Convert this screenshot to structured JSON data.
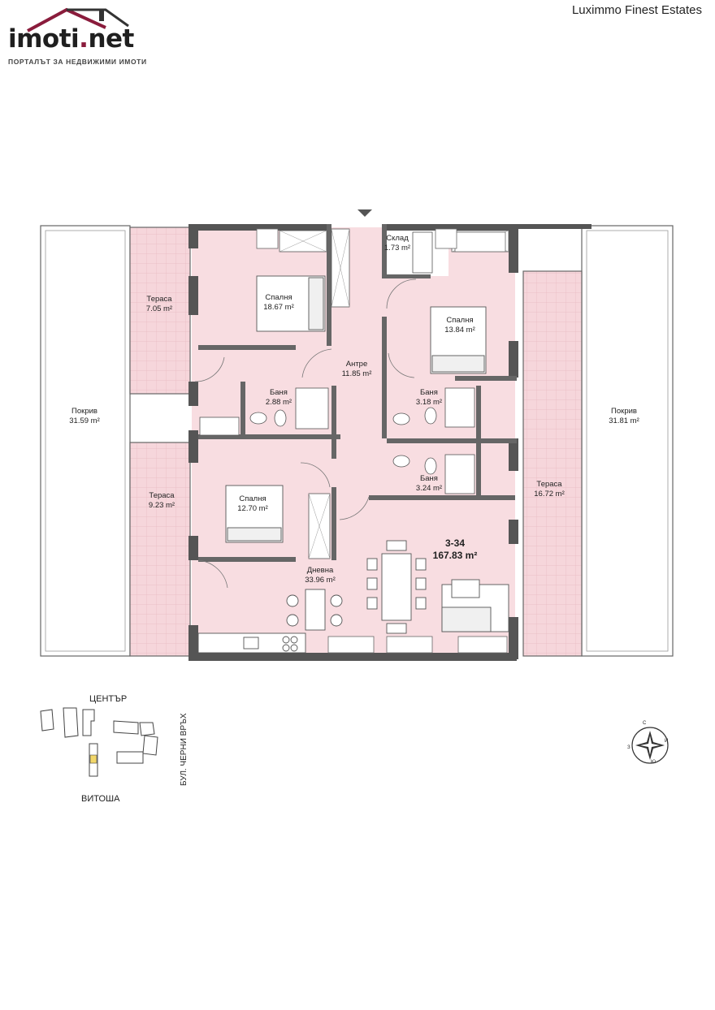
{
  "header": {
    "logo_main": "imoti",
    "logo_dot": ".",
    "logo_tld": "net",
    "logo_tagline": "ПОРТАЛЪТ ЗА НЕДВИЖИМИ ИМОТИ",
    "agency": "Luximmo Finest Estates"
  },
  "plan": {
    "unit_id": "3-34",
    "unit_area": "167.83 m²",
    "rooms": [
      {
        "name": "Тераса",
        "area": "7.05 m²"
      },
      {
        "name": "Спалня",
        "area": "18.67 m²"
      },
      {
        "name": "Склад",
        "area": "1.73 m²"
      },
      {
        "name": "Спалня",
        "area": "13.84 m²"
      },
      {
        "name": "Антре",
        "area": "11.85 m²"
      },
      {
        "name": "Баня",
        "area": "2.88 m²"
      },
      {
        "name": "Баня",
        "area": "3.18 m²"
      },
      {
        "name": "Покрив",
        "area": "31.59 m²"
      },
      {
        "name": "Покрив",
        "area": "31.81 m²"
      },
      {
        "name": "Тераса",
        "area": "9.23 m²"
      },
      {
        "name": "Спалня",
        "area": "12.70 m²"
      },
      {
        "name": "Баня",
        "area": "3.24 m²"
      },
      {
        "name": "Тераса",
        "area": "16.72 m²"
      },
      {
        "name": "Дневна",
        "area": "33.96 m²"
      }
    ]
  },
  "site_map": {
    "north_label": "ЦЕНТЪР",
    "south_label": "ВИТОША",
    "street_label": "БУЛ. ЧЕРНИ ВРЪХ"
  },
  "compass": {
    "n": "С",
    "e": "И",
    "s": "Ю",
    "w": "З"
  },
  "colors": {
    "room_fill": "#f8dde1",
    "wall": "#555555",
    "accent": "#8a1c3c",
    "highlight": "#f2d76a"
  }
}
